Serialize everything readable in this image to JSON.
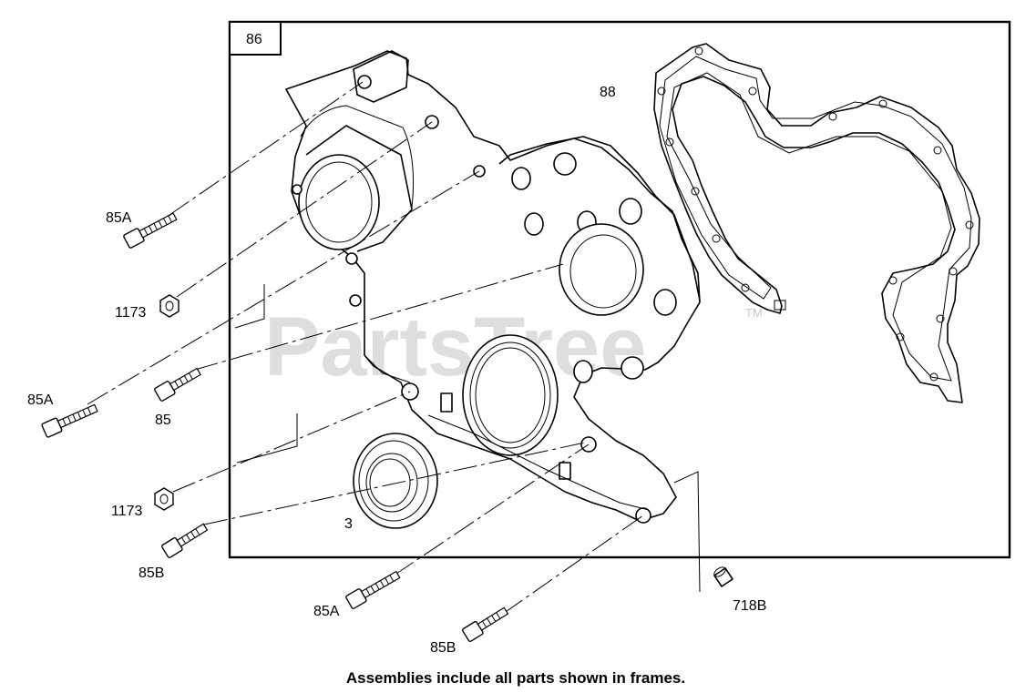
{
  "assembly_frame": {
    "label": "86"
  },
  "watermark": {
    "text": "PartsTree",
    "trademark": "TM"
  },
  "callouts": {
    "gasket": "88",
    "bolt_top_left": "85A",
    "nut_upper": "1173",
    "bolt_mid_left": "85A",
    "bolt_mid": "85",
    "nut_lower": "1173",
    "bolt_lower_left": "85B",
    "seal": "3",
    "bolt_bottom_center": "85A",
    "bolt_bottom_right": "85B",
    "dowel_pin": "718B"
  },
  "caption": "Assemblies include all parts shown in frames."
}
